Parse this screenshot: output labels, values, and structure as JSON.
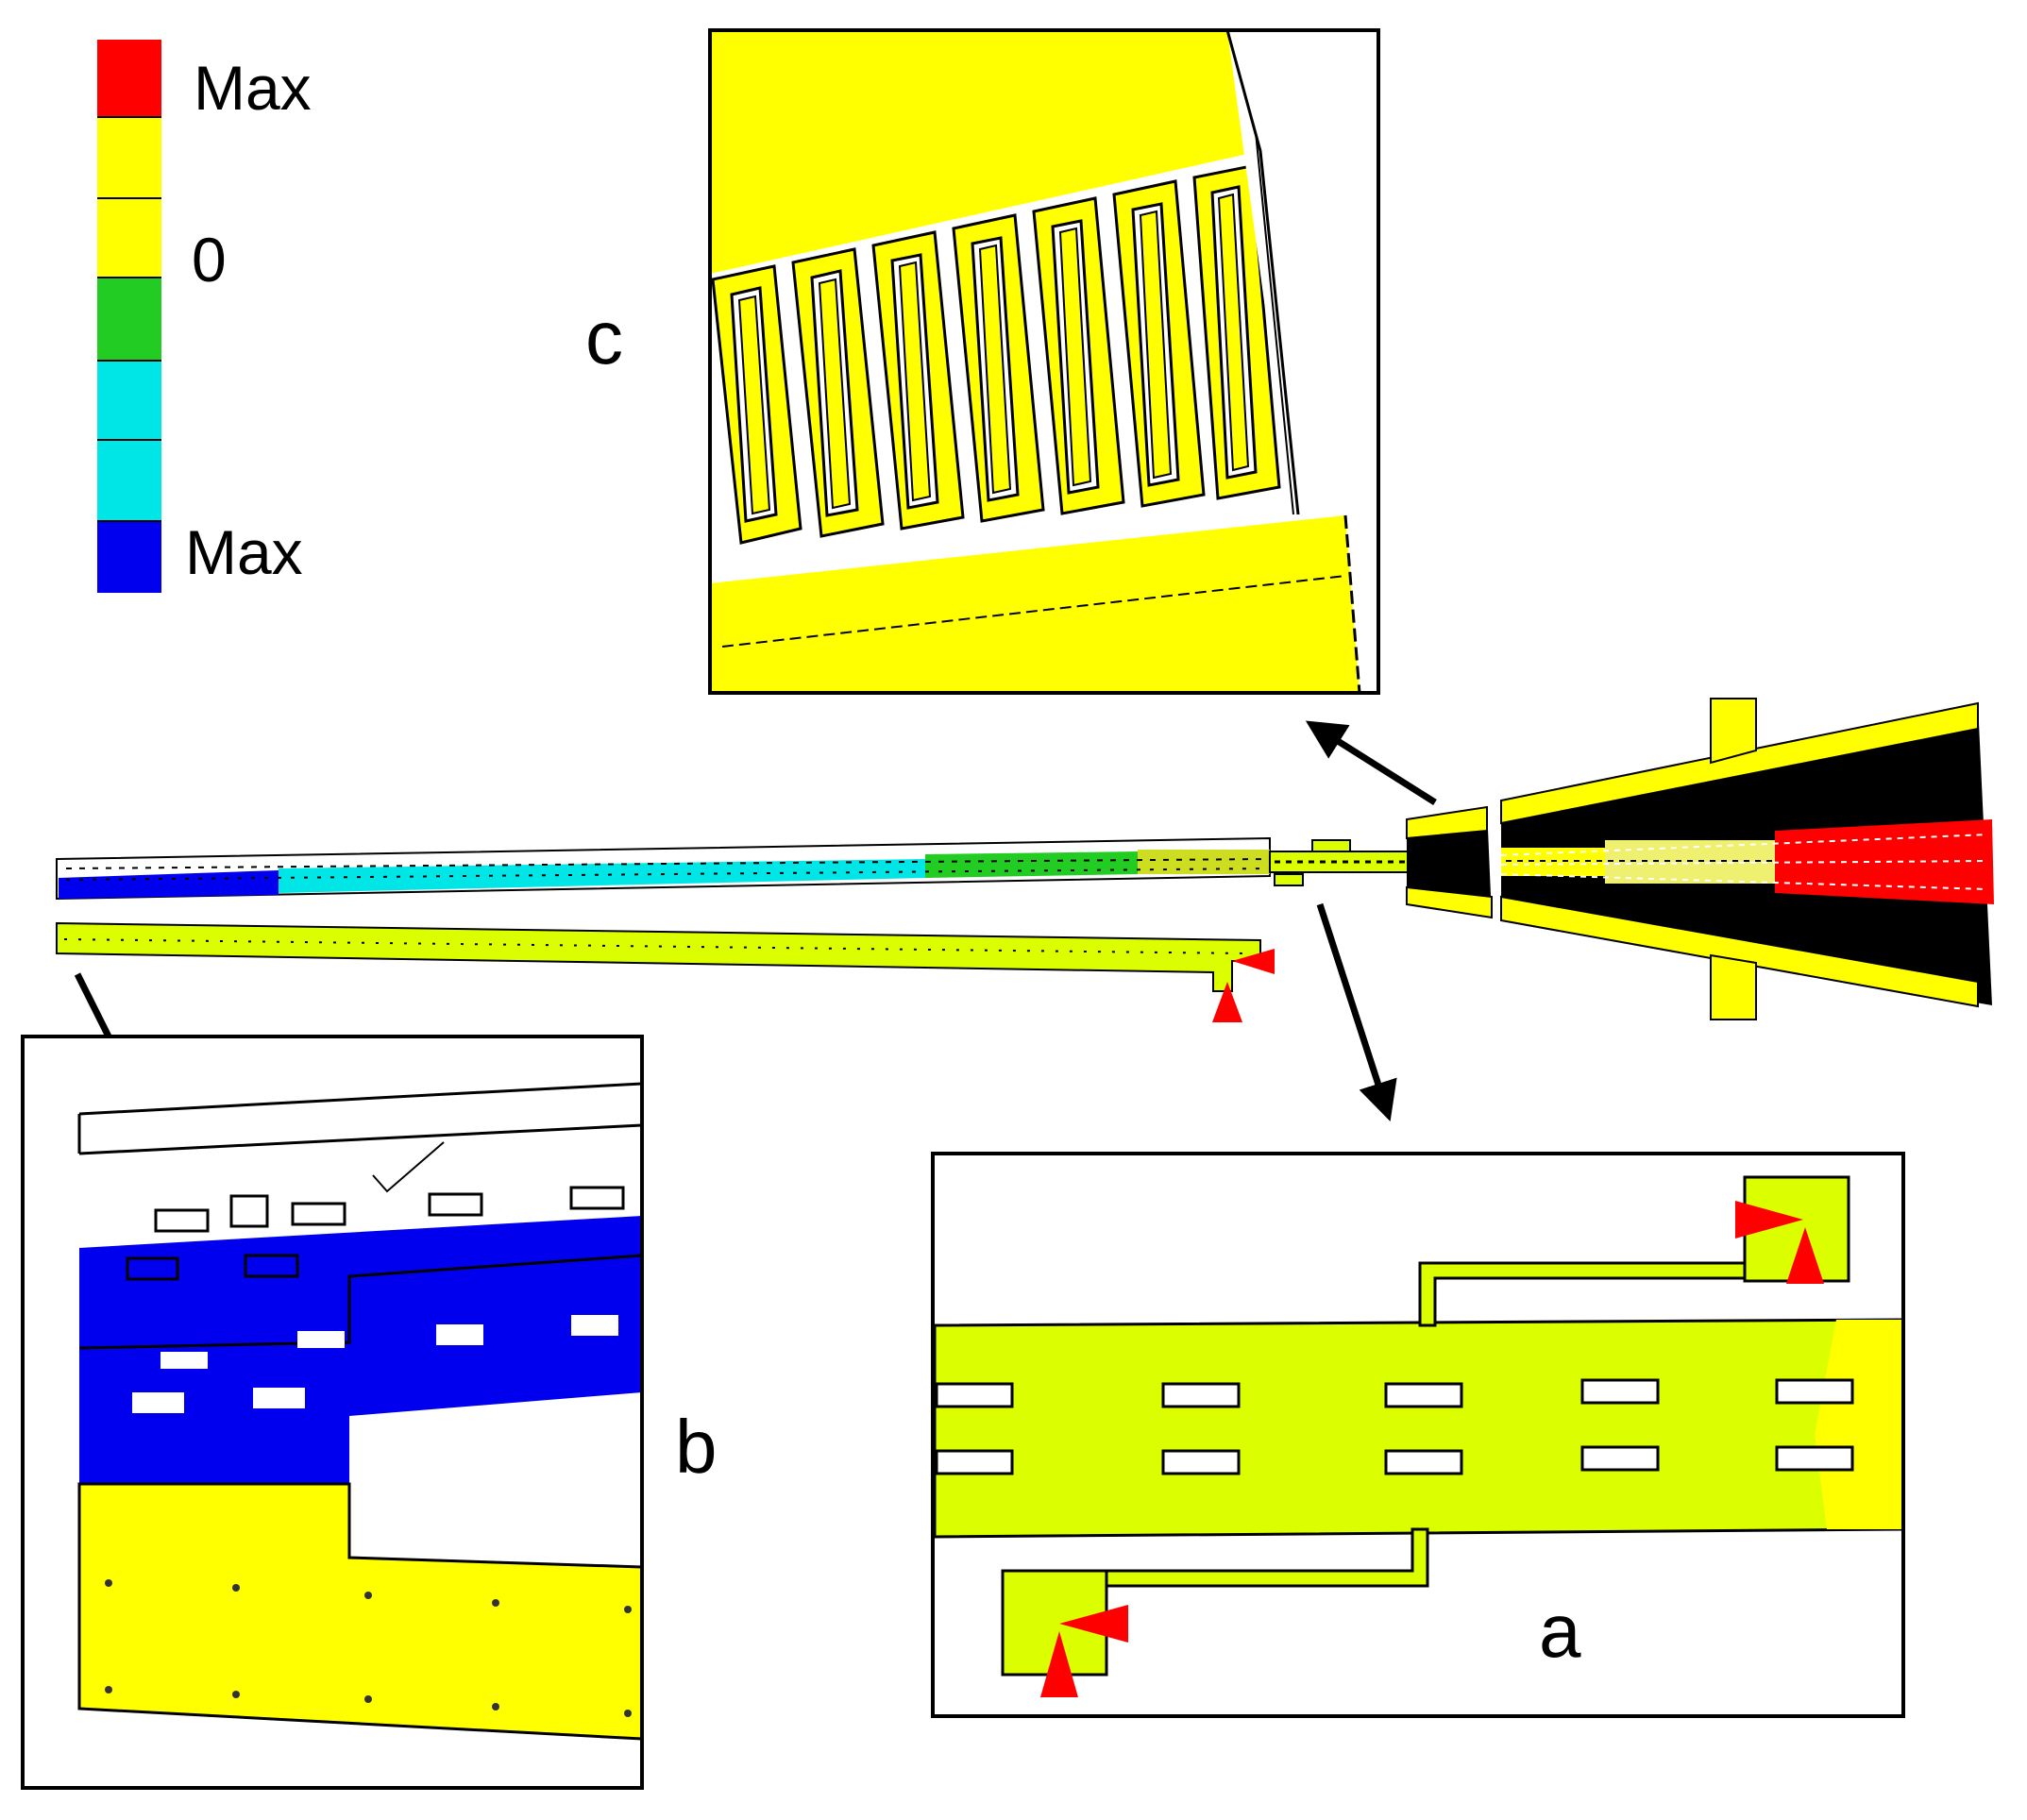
{
  "legend": {
    "top_label": "Max",
    "mid_label": "0",
    "bottom_label": "Max",
    "bands": [
      "#ff0000",
      "#ffff00",
      "#ffff00",
      "#00cc00",
      "#00e5e5",
      "#00e5e5",
      "#0000ff"
    ]
  },
  "panels": {
    "a": {
      "label": "a"
    },
    "b": {
      "label": "b"
    },
    "c": {
      "label": "c"
    }
  },
  "colors": {
    "yellow": "#ffff00",
    "lime_yellow": "#dcff00",
    "blue": "#0000ee",
    "cyan": "#00e5e5",
    "green": "#22cc22",
    "red": "#ff0000",
    "black": "#000000"
  },
  "icons": [
    "arrow-icon",
    "red-triangle-marker-icon"
  ]
}
